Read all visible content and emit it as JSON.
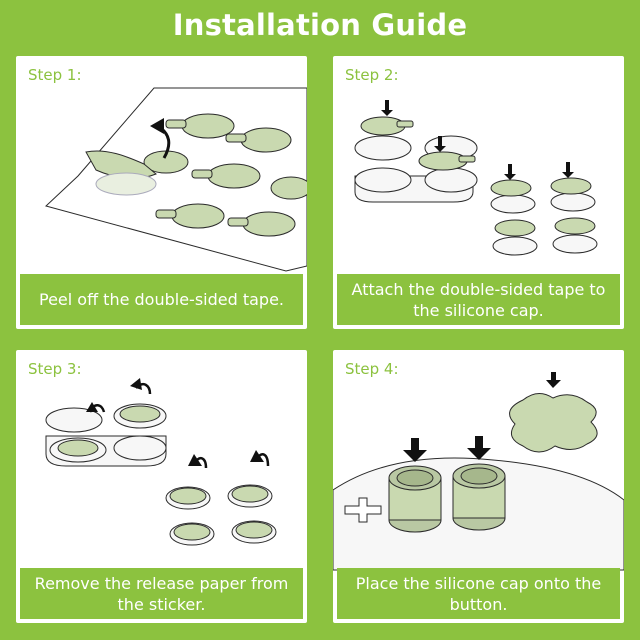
{
  "title": "Installation Guide",
  "steps": [
    {
      "label": "Step 1:",
      "caption": "Peel off the double-sided tape."
    },
    {
      "label": "Step 2:",
      "caption": "Attach the double-sided tape to the silicone cap."
    },
    {
      "label": "Step 3:",
      "caption": "Remove the release paper from the sticker."
    },
    {
      "label": "Step 4:",
      "caption": "Place the silicone cap onto the button."
    }
  ],
  "colors": {
    "accent": "#8cc23f",
    "sticker": "#c9d9b0",
    "outline": "#2b2b2b"
  }
}
